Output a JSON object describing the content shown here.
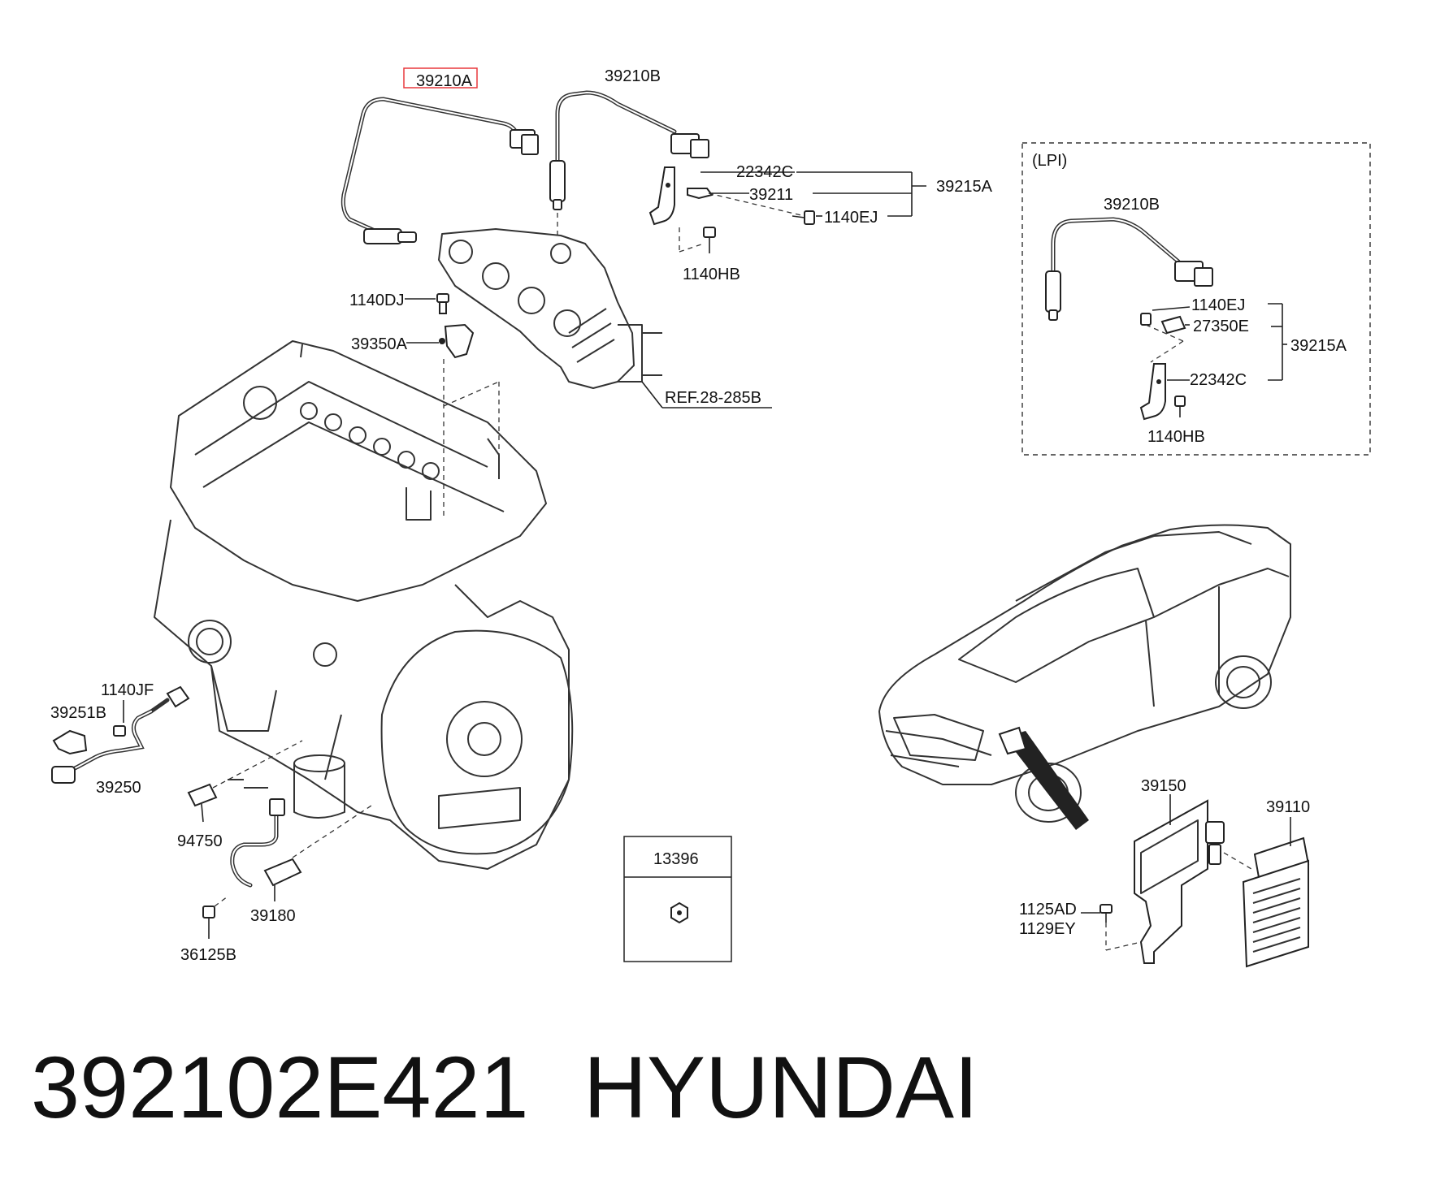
{
  "labels": {
    "p39210A": "39210A",
    "p39210B": "39210B",
    "p22342C": "22342C",
    "p39211": "39211",
    "p39215A": "39215A",
    "p1140EJ": "1140EJ",
    "p1140HB": "1140HB",
    "p1140DJ": "1140DJ",
    "p39350A": "39350A",
    "ref": "REF.28-285B",
    "p1140JF": "1140JF",
    "p39251B": "39251B",
    "p39250": "39250",
    "p94750": "94750",
    "p39180": "39180",
    "p36125B": "36125B",
    "p13396": "13396",
    "p39150": "39150",
    "p39110": "39110",
    "p1125AD": "1125AD",
    "p1129EY": "1129EY"
  },
  "lpi": {
    "title": "(LPI)",
    "p39210B": "39210B",
    "p1140EJ": "1140EJ",
    "p27350E": "27350E",
    "p39215A": "39215A",
    "p22342C": "22342C",
    "p1140HB": "1140HB"
  },
  "footer": {
    "part_number": "392102E421",
    "brand": "HYUNDAI"
  },
  "colors": {
    "highlight": "#e8383d",
    "line": "#222222"
  }
}
